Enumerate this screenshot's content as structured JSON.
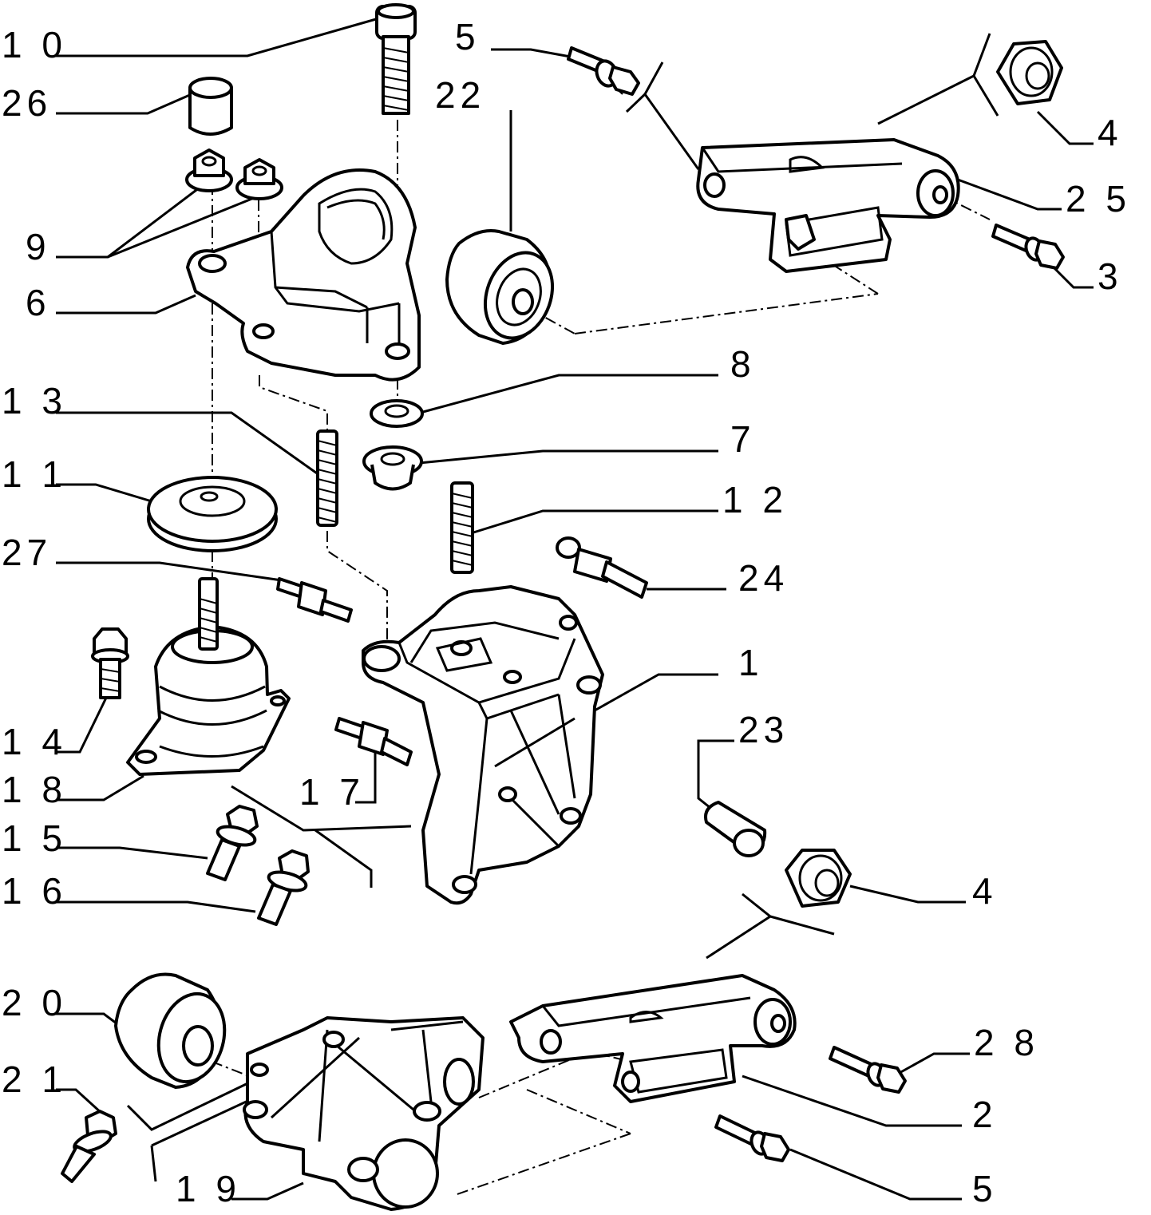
{
  "diagram": {
    "labels": [
      {
        "id": "10",
        "text": "1 0"
      },
      {
        "id": "26",
        "text": "26"
      },
      {
        "id": "9",
        "text": "9"
      },
      {
        "id": "6",
        "text": "6"
      },
      {
        "id": "13",
        "text": "1 3"
      },
      {
        "id": "11",
        "text": "1 1"
      },
      {
        "id": "27",
        "text": "27"
      },
      {
        "id": "14",
        "text": "1 4"
      },
      {
        "id": "18",
        "text": "1 8"
      },
      {
        "id": "15",
        "text": "1 5"
      },
      {
        "id": "16",
        "text": "1 6"
      },
      {
        "id": "20",
        "text": "2 0"
      },
      {
        "id": "21",
        "text": "2 1"
      },
      {
        "id": "19",
        "text": "1 9"
      },
      {
        "id": "5a",
        "text": "5"
      },
      {
        "id": "22",
        "text": "22"
      },
      {
        "id": "4a",
        "text": "4"
      },
      {
        "id": "25",
        "text": "2 5"
      },
      {
        "id": "3",
        "text": "3"
      },
      {
        "id": "8",
        "text": "8"
      },
      {
        "id": "7",
        "text": "7"
      },
      {
        "id": "12",
        "text": "1 2"
      },
      {
        "id": "24",
        "text": "24"
      },
      {
        "id": "1",
        "text": "1"
      },
      {
        "id": "23",
        "text": "23"
      },
      {
        "id": "17",
        "text": "1 7"
      },
      {
        "id": "4b",
        "text": "4"
      },
      {
        "id": "28",
        "text": "2 8"
      },
      {
        "id": "2",
        "text": "2"
      },
      {
        "id": "5b",
        "text": "5"
      }
    ]
  }
}
